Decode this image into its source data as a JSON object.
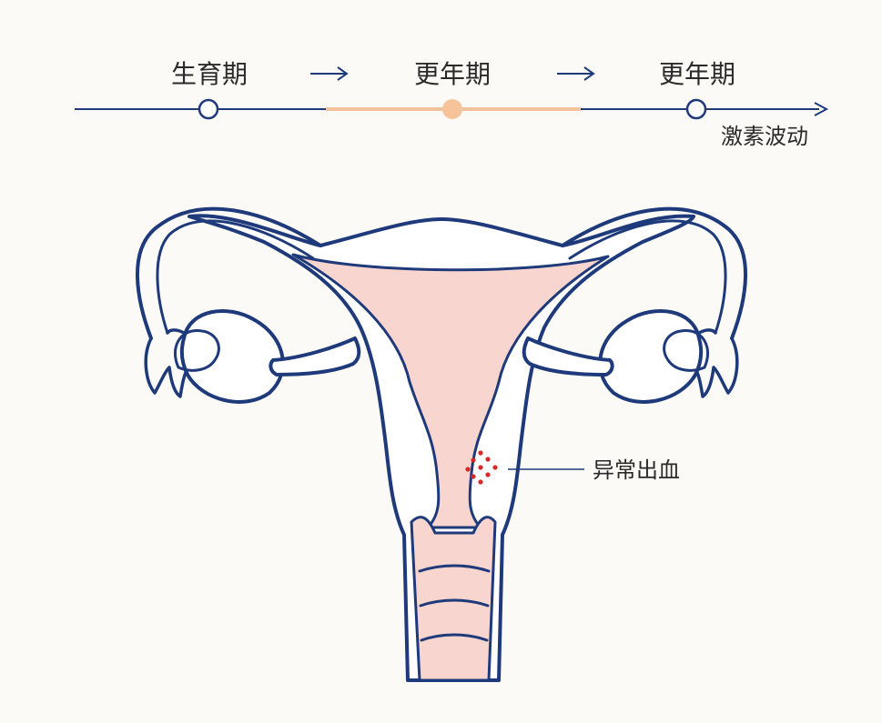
{
  "timeline": {
    "stages": [
      {
        "label": "生育期"
      },
      {
        "label": "更年期"
      },
      {
        "label": "更年期"
      }
    ],
    "arrow_symbol": "→",
    "caption": "激素波动",
    "highlight_color": "#f5c49b",
    "node_fill_highlight": "#f6c39a"
  },
  "anatomy": {
    "bleeding_label": "异常出血",
    "outline_color": "#1e3a7a",
    "fill_color": "#f8d6cf",
    "bleeding_color": "#d42a2a"
  }
}
